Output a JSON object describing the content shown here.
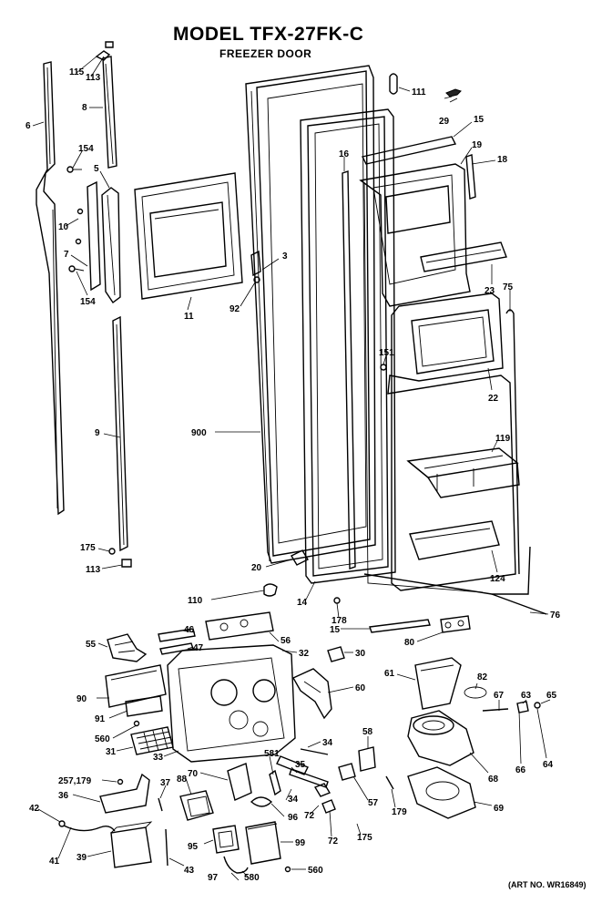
{
  "title": "MODEL TFX-27FK-C",
  "subtitle": "FREEZER DOOR",
  "art_number": "(ART NO. WR16849)",
  "part_labels": [
    "115",
    "113",
    "6",
    "8",
    "154",
    "5",
    "10",
    "7",
    "154",
    "11",
    "3",
    "92",
    "9",
    "900",
    "175",
    "113",
    "111",
    "29",
    "15",
    "19",
    "18",
    "16",
    "23",
    "75",
    "151",
    "22",
    "119",
    "124",
    "76",
    "20",
    "14",
    "110",
    "178",
    "15",
    "80",
    "55",
    "46",
    "47",
    "56",
    "32",
    "30",
    "90",
    "91",
    "61",
    "82",
    "67",
    "63",
    "65",
    "60",
    "560",
    "31",
    "33",
    "34",
    "58",
    "66",
    "64",
    "68",
    "257,179",
    "36",
    "37",
    "88",
    "70",
    "581",
    "35",
    "34",
    "96",
    "72",
    "57",
    "179",
    "69",
    "42",
    "41",
    "39",
    "95",
    "99",
    "72",
    "175",
    "43",
    "97",
    "580",
    "560"
  ]
}
